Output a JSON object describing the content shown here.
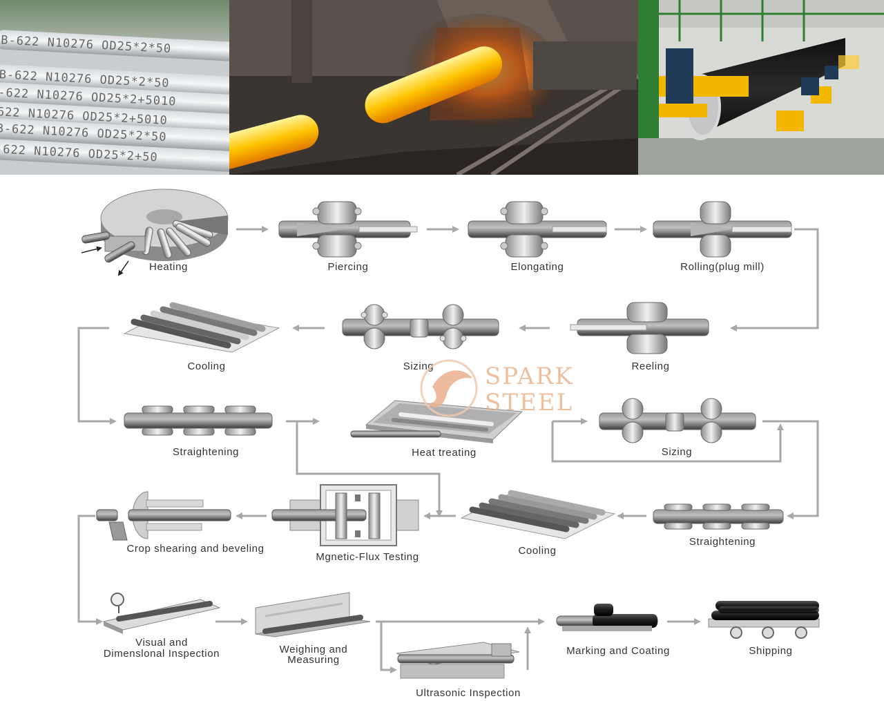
{
  "photos": {
    "tube_markings": [
      "B-622  N10276  OD25*2*50",
      "B-622  N10276  OD25*2*50",
      "-622  N10276  OD25*2+5010",
      "622  N10276  OD25*2+5010",
      "B-622  N10276  OD25*2*50",
      "-622  N10276  OD25*2+50"
    ]
  },
  "watermark": {
    "line1": "SPARK",
    "line2": "STEEL"
  },
  "steps": {
    "heating": "Heating",
    "piercing": "Piercing",
    "elongating": "Elongating",
    "rolling": "Rolling(plug mill)",
    "cooling1": "Cooling",
    "sizing1": "Sizing",
    "reeling": "Reeling",
    "straightening1": "Straightening",
    "heat_treating": "Heat treating",
    "sizing2": "Sizing",
    "crop": "Crop shearing and beveling",
    "mflux": "Mgnetic-Flux Testing",
    "cooling2": "Cooling",
    "straightening2": "Straightening",
    "visual_1": "Visual and",
    "visual_2": "Dimenslonal Inspection",
    "weighing_1": "Weighing and",
    "weighing_2": "Measuring",
    "ultrasonic": "Ultrasonic Inspection",
    "marking": "Marking and Coating",
    "shipping": "Shipping"
  },
  "colors": {
    "arrow": "#a8a8a8",
    "metal": "#8a8a8a",
    "watermark": "#e9b48f",
    "hot": "#ffb800"
  }
}
